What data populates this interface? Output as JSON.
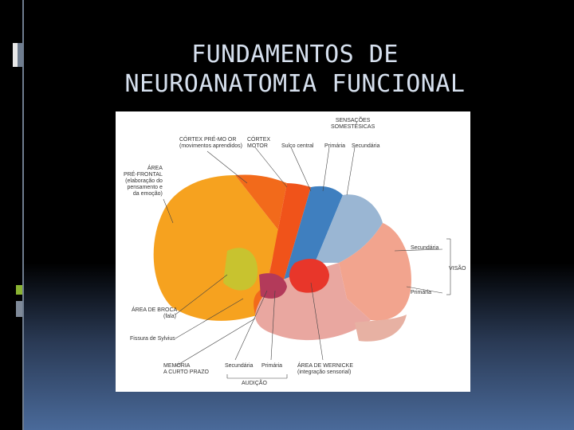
{
  "slide": {
    "title_line1": "FUNDAMENTOS DE",
    "title_line2": "NEUROANATOMIA FUNCIONAL"
  },
  "figure": {
    "labels": {
      "cortex_premotor_1": "CÓRTEX PRÉ-MO   OR",
      "cortex_premotor_2": "(movimentos aprendidos)",
      "cortex_motor_1": "CÓRTEX",
      "cortex_motor_2": "MOTOR",
      "sulco_central": "Sulco central",
      "sensacoes_1": "SENSAÇÕES",
      "sensacoes_2": "SOMESTÉSICAS",
      "primaria_top": "Primária",
      "secundaria_top": "Secundária",
      "area_prefrontal_1": "ÁREA",
      "area_prefrontal_2": "PRÉ-FRONTAL",
      "area_prefrontal_3": "(elaboração do",
      "area_prefrontal_4": "pensamento e",
      "area_prefrontal_5": "da emoção)",
      "secundaria_right": "Secundária",
      "visao": "VISÃO",
      "primaria_right": "Primária",
      "area_broca_1": "ÁREA DE BROCA",
      "area_broca_2": "(fala)",
      "fissura": "Fissura de Sylvius",
      "memoria_1": "MEMÓRIA",
      "memoria_2": "A CURTO PRAZO",
      "secundaria_bottom": "Secundária",
      "primaria_bottom": "Primária",
      "audicao": "AUDIÇÃO",
      "wernicke_1": "ÁREA DE WERNICKE",
      "wernicke_2": "(integração sensorial)"
    }
  },
  "colors": {
    "frontal": "#f6a21f",
    "premotor": "#f26a1b",
    "motor": "#f0531a",
    "somatosensory": "#3f7fbf",
    "parietal": "#9ab6d3",
    "occipital": "#f2a48e",
    "temporal": "#e9a7a0",
    "broca": "#c8c32f",
    "wernicke": "#e8362a",
    "auditory": "#b33a5a"
  }
}
